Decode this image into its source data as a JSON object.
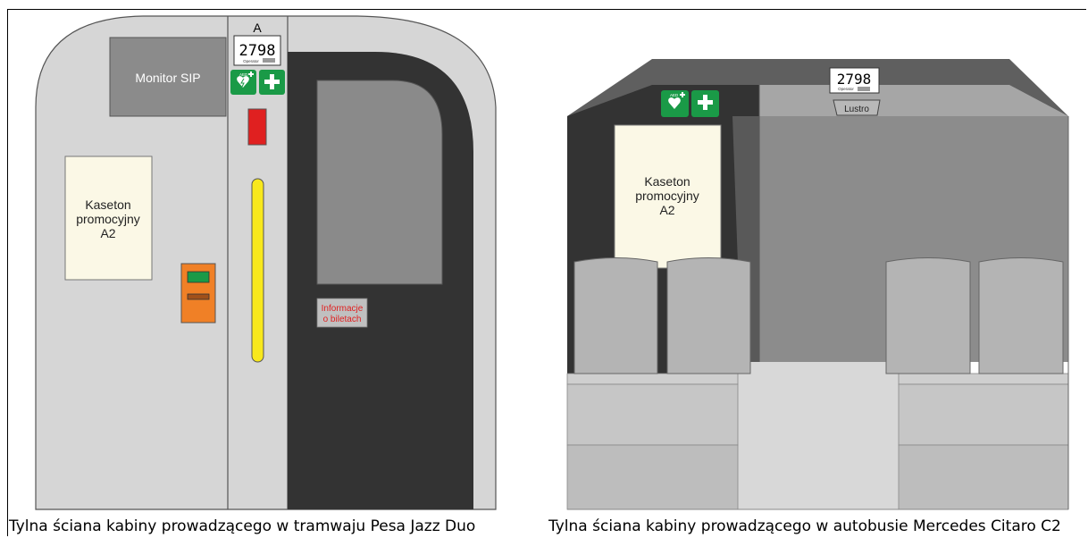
{
  "left_panel": {
    "monitor_label": "Monitor SIP",
    "door_letter": "A",
    "vehicle_number": "2798",
    "operator_text": "Operator",
    "aed_text": "AED",
    "ad_box_label": [
      "Kaseton",
      "promocyjny",
      "A2"
    ],
    "ticket_info_label": [
      "Informacje",
      "o biletach"
    ],
    "caption": "Tylna ściana kabiny prowadzącego w tramwaju Pesa Jazz Duo"
  },
  "right_panel": {
    "vehicle_number": "2798",
    "operator_text": "Operator",
    "aed_text": "AED",
    "mirror_label": "Lustro",
    "ad_box_label": [
      "Kaseton",
      "promocyjny",
      "A2"
    ],
    "caption": "Tylna ściana kabiny prowadzącego w autobusie Mercedes Citaro C2"
  },
  "colors": {
    "wall": "#d6d6d6",
    "monitor": "#8b8b8b",
    "door_frame": "#333333",
    "door_window": "#8a8a8a",
    "ad_box": "#fbf8e6",
    "ticket_validator": "#f08026",
    "emergency_button": "#e02020",
    "handrail": "#f8e81c",
    "first_aid_green": "#1a9a47",
    "ticket_label_text": "#e02020",
    "bus_ceiling": "#5f5f5f",
    "bus_wall": "#8c8c8c",
    "seat": "#b4b4b4"
  }
}
